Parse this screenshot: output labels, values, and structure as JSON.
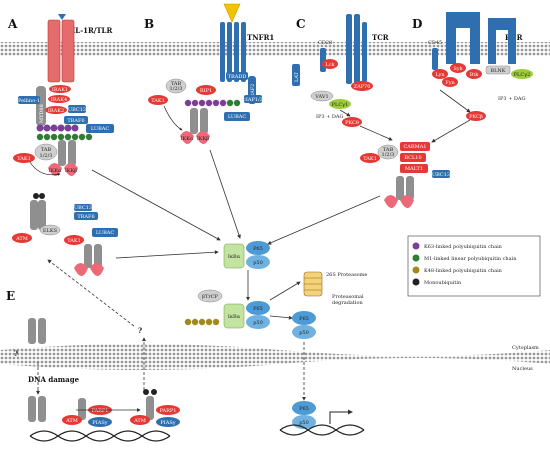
{
  "panels": {
    "A": {
      "letter": "A",
      "receptor": "IL-1R/TLR"
    },
    "B": {
      "letter": "B",
      "receptor": "TNFR1"
    },
    "C": {
      "letter": "C",
      "receptor": "TCR"
    },
    "D": {
      "letter": "D",
      "receptor": "BCR"
    },
    "E": {
      "letter": "E",
      "trigger": "DNA damage"
    }
  },
  "proteins": {
    "myd88": "MYD88",
    "irak4": "IRAK4",
    "irak1": "IRAK1",
    "irak2": "IRAK2",
    "pellino": "Pellino-1",
    "ubc13": "UBC13",
    "traf6": "TRAF6",
    "lubac": "LUBAC",
    "tak1": "TAK1",
    "tab": "TAB",
    "tab_sub": "1/2/3",
    "nemo": "NEMO",
    "ikka": "IKKα",
    "ikkb": "IKKβ",
    "tradd": "TRADD",
    "traf2": "TRAF2",
    "rip1": "RIP1",
    "ciap12": "cIAP1/2",
    "cd28": "CD28",
    "lck": "Lck",
    "lat": "LAT",
    "zap70": "ZAP70",
    "vav1": "VAV1",
    "plcg1": "PLCγ1",
    "pkct": "PKCθ",
    "ip3dag": "IP3 + DAG",
    "cd45": "CD45",
    "lyn": "Lyn",
    "syk": "Syk",
    "fyn": "Fyn",
    "blnk": "BLNK",
    "btk": "Btk",
    "plcg2": "PLCγ2",
    "pkcb": "PKCβ",
    "carma1": "CARMA1",
    "bcl10": "BCL10",
    "malt1": "MALT1",
    "ikba": "IκBα",
    "p65": "P65",
    "p50": "p50",
    "btrcp": "βTrCP",
    "atm": "ATM",
    "elks": "ELKS",
    "parp1": "PARP1",
    "piasy": "PIASy"
  },
  "labels": {
    "proteasome": "26S Proteasome",
    "degradation": "Proteasomal\ndegradation",
    "cytoplasm": "Cytoplasm",
    "nucleus": "Nucleus",
    "question": "?"
  },
  "legend": [
    {
      "text": "K63-linked polyubiquitin chain",
      "color": "#7b3f98"
    },
    {
      "text": "M1-linked linear polyubiquitin chain",
      "color": "#2e7d32"
    },
    {
      "text": "K48-linked polyubiquitin chain",
      "color": "#a08a1a"
    },
    {
      "text": "Monoubiquitin",
      "color": "#222222"
    }
  ],
  "colors": {
    "k63": "#7b3f98",
    "m1": "#2e7d32",
    "k48": "#a08a1a",
    "kinase_red": "#e53935",
    "ikk_pink": "#ec6a78",
    "blue": "#2f6fb0",
    "grey": "#8f8f8f",
    "phospho": "#f2d100",
    "nfkb": "#4c9bd6"
  }
}
